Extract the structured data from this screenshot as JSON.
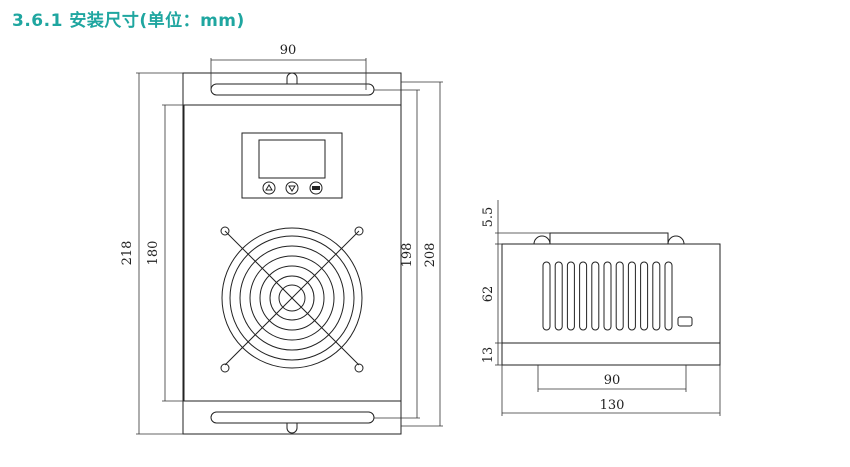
{
  "section_title": "3.6.1 安装尺寸(单位：mm)",
  "front_view": {
    "dim_top_mount_spacing": "90",
    "dim_overall_height": "218",
    "dim_inner_height": "180",
    "dim_mount_hole_height": "198",
    "dim_plate_height": "208"
  },
  "side_view": {
    "dim_top": "5.5",
    "dim_body": "62",
    "dim_base": "13",
    "dim_base_mount": "90",
    "dim_depth": "130"
  }
}
